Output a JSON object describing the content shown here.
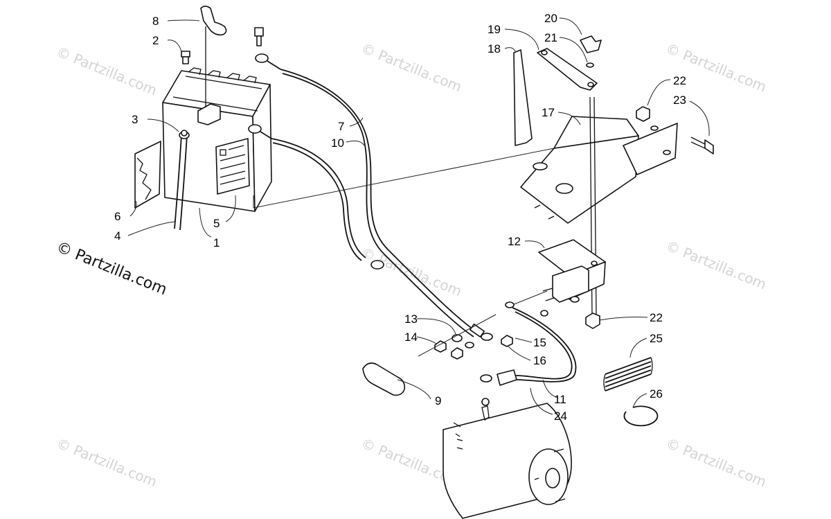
{
  "diagram": {
    "watermark_text": "© Partzilla.com",
    "brand_text": "© Partzilla.com",
    "callouts": {
      "c1": "1",
      "c2": "2",
      "c3": "3",
      "c4": "4",
      "c5": "5",
      "c6": "6",
      "c7": "7",
      "c8": "8",
      "c9": "9",
      "c10": "10",
      "c11": "11",
      "c12": "12",
      "c13": "13",
      "c14": "14",
      "c15": "15",
      "c16": "16",
      "c17": "17",
      "c18": "18",
      "c19": "19",
      "c20": "20",
      "c21": "21",
      "c22a": "22",
      "c22b": "22",
      "c23": "23",
      "c24": "24",
      "c25": "25",
      "c26": "26"
    }
  }
}
